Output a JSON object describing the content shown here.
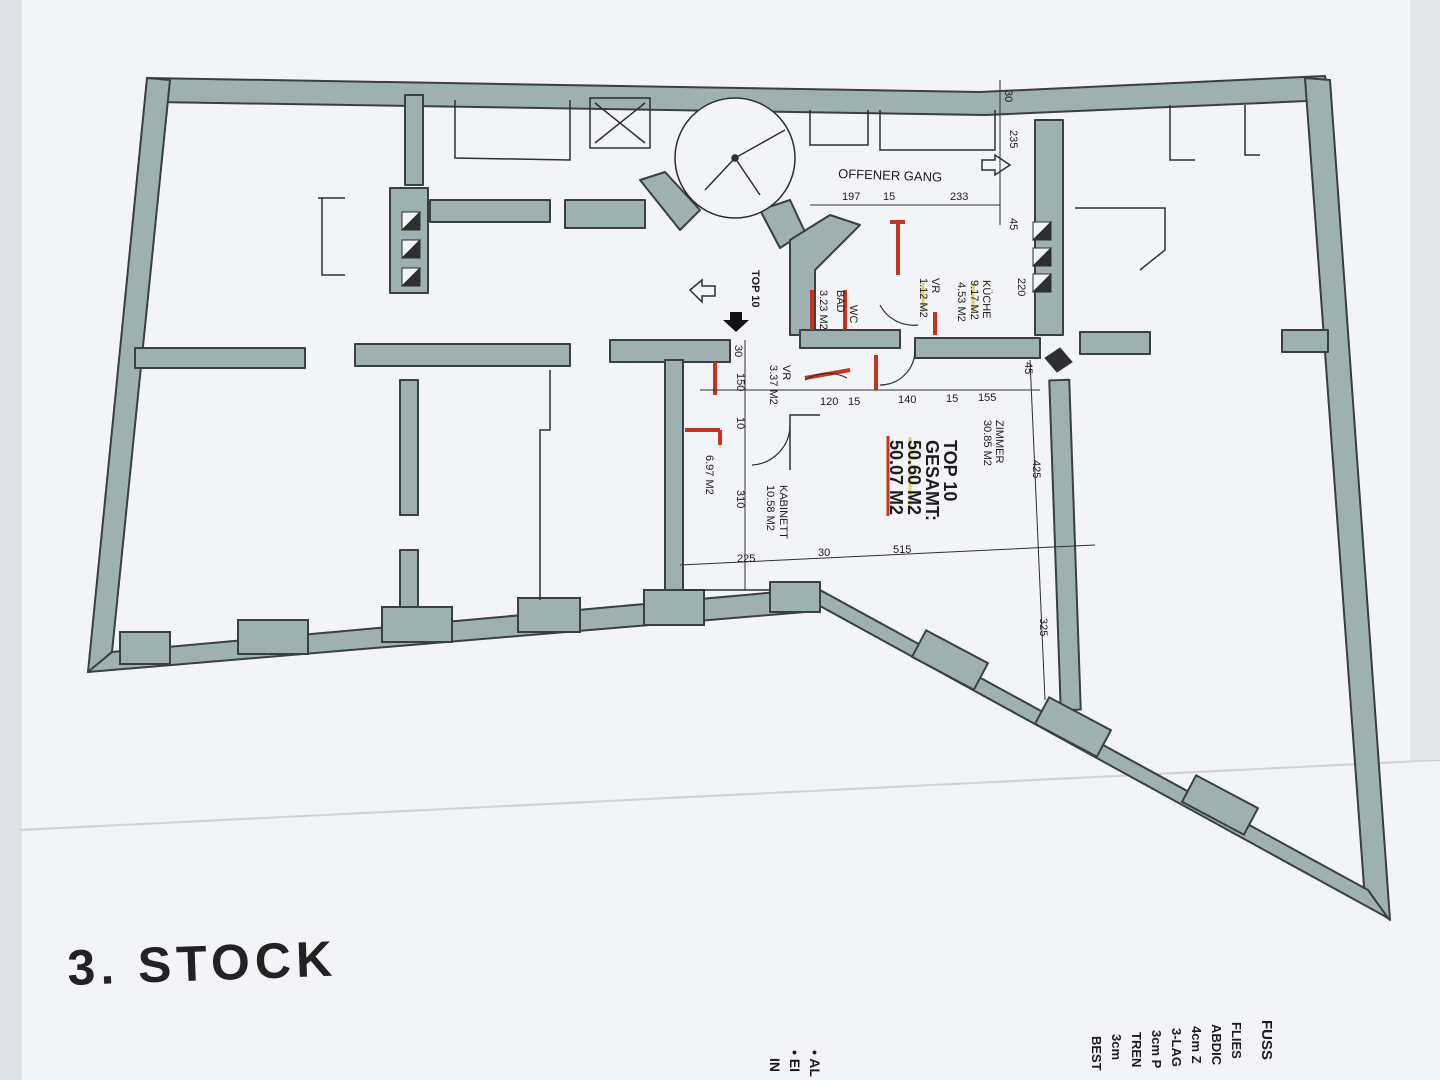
{
  "plan": {
    "floor_title": "3. STOCK",
    "corridor_label": "OFFENER GANG",
    "unit_label": "TOP 10",
    "unit_summary": {
      "title": "TOP 10",
      "gesamt_label": "GESAMT:",
      "area_1": "50.60 M2",
      "area_2": "50.07 M2"
    },
    "rooms": [
      {
        "name": "KÜCHE",
        "area": "9.17 M2"
      },
      {
        "name": "VR",
        "area": "1.12 M2"
      },
      {
        "name": "",
        "area": "4.53 M2"
      },
      {
        "name": "BAD",
        "area": "3.23 M2"
      },
      {
        "name": "WC",
        "area": ""
      },
      {
        "name": "VR",
        "area": "3.37 M2"
      },
      {
        "name": "KABINETT",
        "area": "10.58 M2"
      },
      {
        "name": "",
        "area": "6.97 M2"
      },
      {
        "name": "ZIMMER",
        "area": "30.85 M2"
      }
    ],
    "dimensions": [
      "30",
      "235",
      "197",
      "15",
      "233",
      "45",
      "220",
      "30",
      "150",
      "10",
      "120",
      "15",
      "140",
      "15",
      "155",
      "45",
      "425",
      "310",
      "225",
      "30",
      "515",
      "325"
    ],
    "cut_text_right": [
      "FUSS",
      "FLIES",
      "ABDIC",
      "4cm Z",
      "3-LAG",
      "3cm P",
      "TREN",
      "3cm",
      "BEST"
    ],
    "cut_text_bottom": [
      "• AL",
      "• EI",
      "IN"
    ]
  },
  "colors": {
    "paper": "#f3f4f7",
    "wall_fill": "#9fb0b3",
    "wall_stroke": "#3a3f42",
    "accent_red": "#c8321e",
    "highlight_yellow": "#d9c94a"
  }
}
